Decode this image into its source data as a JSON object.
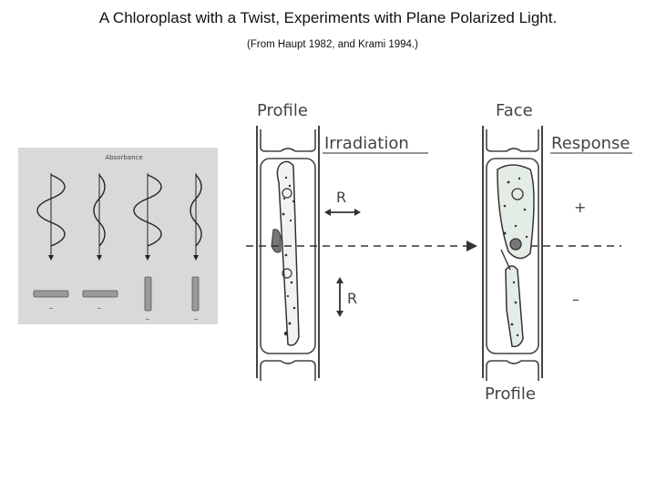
{
  "page": {
    "title": "A Chloroplast with a Twist, Experiments with Plane Polarized Light.",
    "subtitle": "(From Haupt 1982, and Krami 1994.)"
  },
  "absorbance_panel": {
    "label": "Absorbance",
    "signs": [
      "–",
      "–",
      "–",
      "–"
    ]
  },
  "cell_diagram": {
    "left_heading": "Profile",
    "right_heading": "Face",
    "irradiation_label": "Irradiation",
    "response_label": "Response",
    "bottom_label": "Profile",
    "arrow_label_top": "R",
    "arrow_label_bottom": "R",
    "response_plus": "+",
    "response_minus": "–"
  }
}
